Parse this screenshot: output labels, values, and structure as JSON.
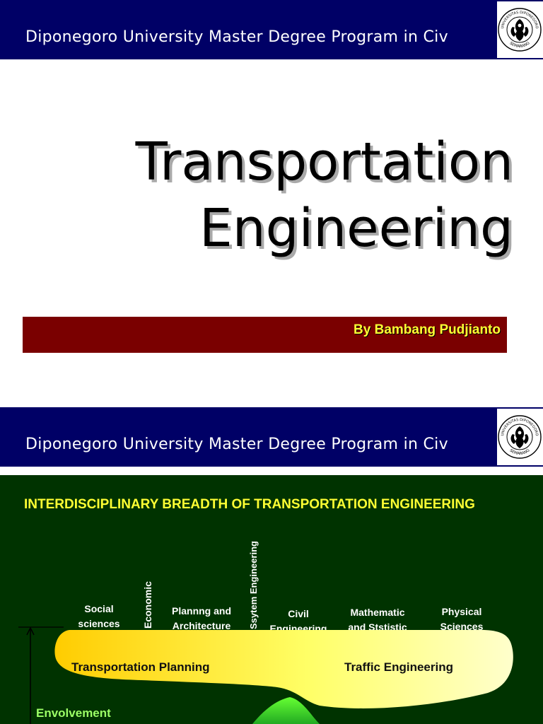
{
  "slide1": {
    "header": {
      "banner_text": "Diponegoro University Master Degree Program in Civ",
      "logo": {
        "icon": "university-seal-icon",
        "text_top": "UNIVERSITAS DIPONEGORO",
        "text_bottom": "SEMARANG"
      }
    },
    "title_line1": "Transportation",
    "title_line2": "Engineering",
    "author": "By Bambang Pudjianto"
  },
  "slide2": {
    "header": {
      "banner_text": "Diponegoro University Master Degree Program in Civ",
      "logo": {
        "icon": "university-seal-icon",
        "text_top": "UNIVERSITAS DIPONEGORO",
        "text_bottom": "SEMARANG"
      }
    },
    "diagram": {
      "title": "INTERDISCIPLINARY BREADTH OF TRANSPORTATION ENGINEERING",
      "disciplines": {
        "social": [
          "Social",
          "sciences"
        ],
        "economic": "Economic",
        "planning": [
          "Plannng and",
          "Architecture"
        ],
        "system": "Ssytem  Engineering",
        "civil": [
          "Civil",
          "Engineering"
        ],
        "mathematic": [
          "Mathematic",
          "and Ststistic"
        ],
        "physical": [
          "Physical",
          "Sciences"
        ]
      },
      "areas": {
        "planning": "Transportation Planning",
        "traffic": "Traffic Engineering"
      },
      "axis_label": "Envolvement",
      "colors": {
        "panel_background": "#003300",
        "title": "#ffff33",
        "planning_fill_left": "#ffcc00",
        "planning_fill_right": "#ffffcc",
        "overlap_fill": "#33cc33"
      }
    }
  }
}
